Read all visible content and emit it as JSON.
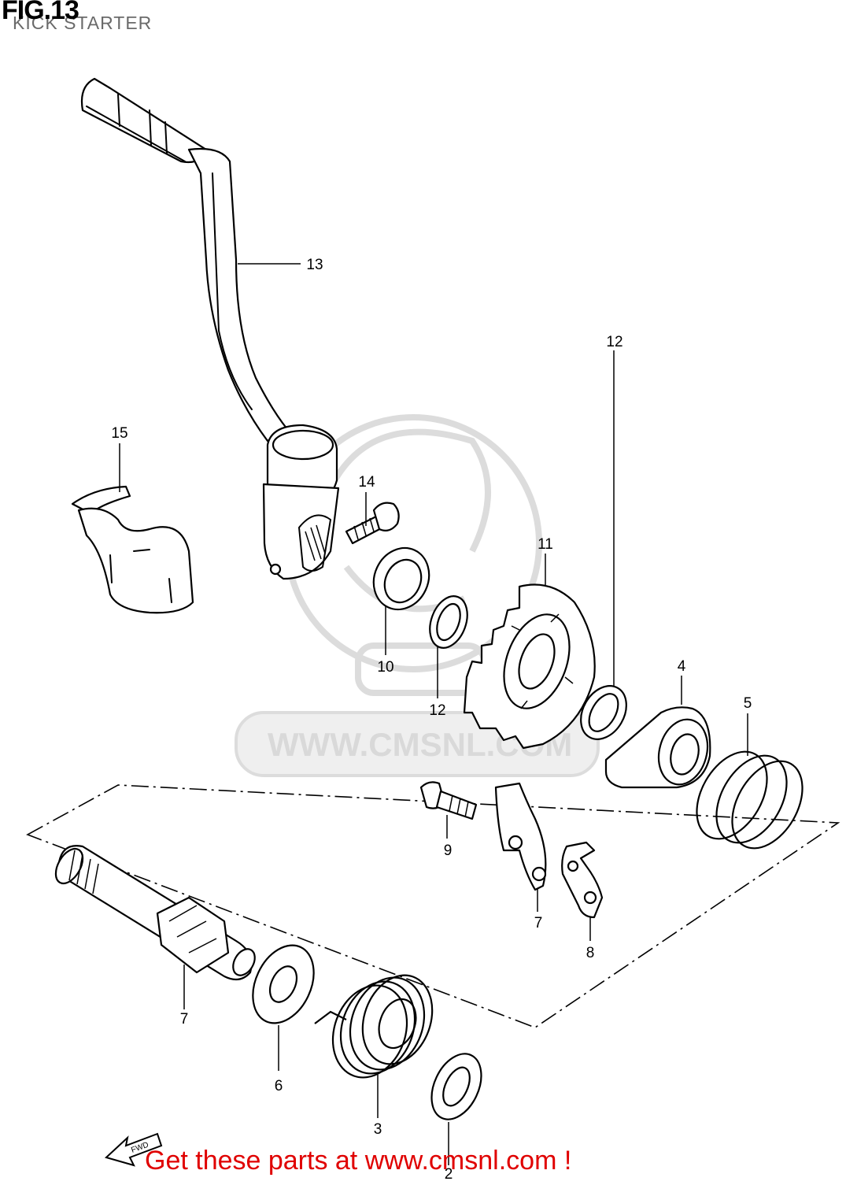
{
  "figure": {
    "title": "FIG.13",
    "subtitle": "KICK STARTER"
  },
  "watermark": {
    "text": "WWW.CMSNL.COM"
  },
  "callouts": {
    "p13": "13",
    "p15": "15",
    "p14": "14",
    "p11": "11",
    "p10": "10",
    "p12a": "12",
    "p12b": "12",
    "p4": "4",
    "p5": "5",
    "p9": "9",
    "p7a": "7",
    "p8": "8",
    "p7b": "7",
    "p6": "6",
    "p3": "3",
    "p2": "2"
  },
  "fwd_label": "FWD",
  "footer": {
    "text": "Get these parts at www.cmsnl.com !"
  },
  "colors": {
    "footer": "#e00000",
    "watermark": "#d9d9d9",
    "lines": "#000000"
  }
}
